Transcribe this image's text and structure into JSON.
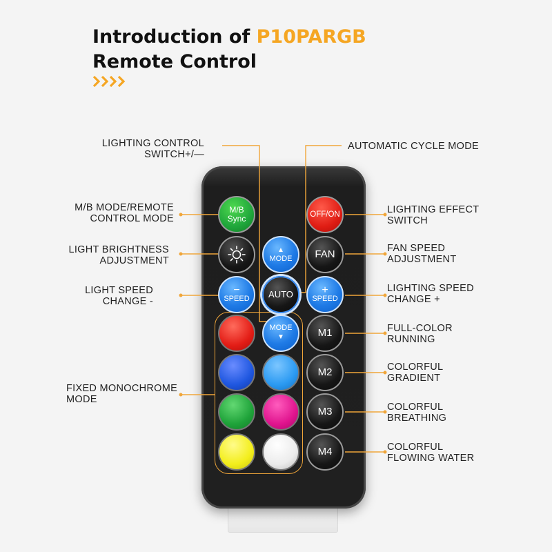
{
  "title": {
    "line1_prefix": "Introduction of ",
    "line1_highlight": "P10PARGB",
    "line2": "Remote Control"
  },
  "colors": {
    "accent": "#f5a623",
    "callout_line": "#f0a63a"
  },
  "labels": {
    "switch_plus_minus": [
      "LIGHTING CONTROL",
      "SWITCH+/—"
    ],
    "automatic_cycle": [
      "AUTOMATIC CYCLE MODE"
    ],
    "mb_mode": [
      "M/B MODE/REMOTE",
      "CONTROL MODE"
    ],
    "brightness": [
      "LIGHT BRIGHTNESS",
      "ADJUSTMENT"
    ],
    "light_speed": [
      "LIGHT SPEED",
      "CHANGE -"
    ],
    "fixed_mono": [
      "FIXED MONOCHROME",
      "MODE"
    ],
    "effect_switch": [
      "LIGHTING EFFECT",
      "SWITCH"
    ],
    "fan_speed": [
      "FAN SPEED",
      "ADJUSTMENT"
    ],
    "lighting_speed_plus": [
      "LIGHTING SPEED",
      "CHANGE +"
    ],
    "full_color": [
      "FULL-COLOR",
      "RUNNING"
    ],
    "gradient": [
      "COLORFUL",
      "GRADIENT"
    ],
    "breathing": [
      "COLORFUL",
      "BREATHING"
    ],
    "flowing": [
      "COLORFUL",
      "FLOWING WATER"
    ]
  },
  "buttons": {
    "mb_sync": [
      "M/B",
      "Sync"
    ],
    "off_on": "OFF/ON",
    "brightness_icon": "sun-icon",
    "mode_up": {
      "glyph": "▲",
      "label": "MODE"
    },
    "fan": "FAN",
    "speed_minus": {
      "glyph": "−",
      "label": "SPEED"
    },
    "auto": "AUTO",
    "speed_plus": {
      "glyph": "+",
      "label": "SPEED"
    },
    "mode_down": {
      "glyph": "▼",
      "label": "MODE"
    },
    "m1": "M1",
    "m2": "M2",
    "m3": "M3",
    "m4": "M4"
  },
  "color_buttons": [
    {
      "name": "red",
      "color": "#e31d16"
    },
    {
      "name": "blue",
      "color": "#1f57e0"
    },
    {
      "name": "light-blue",
      "color": "#2b9af2"
    },
    {
      "name": "green",
      "color": "#1fa33a"
    },
    {
      "name": "magenta",
      "color": "#e0148e"
    },
    {
      "name": "yellow",
      "color": "#f3ee1c"
    },
    {
      "name": "white",
      "color": "#f2f2f2"
    }
  ]
}
